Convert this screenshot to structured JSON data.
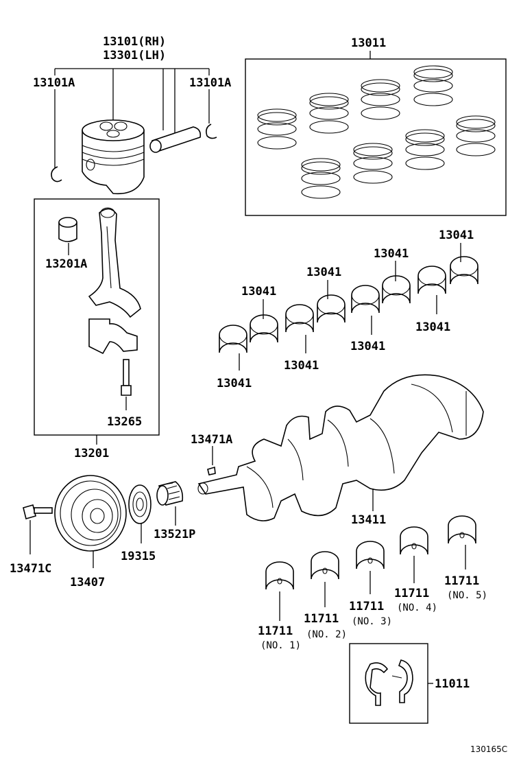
{
  "labels": {
    "piston_rh": "13101(RH)",
    "piston_lh": "13301(LH)",
    "snap_ring_left": "13101A",
    "snap_ring_right": "13101A",
    "ring_set": "13011",
    "bushing": "13201A",
    "rod_bolt": "13265",
    "rod_assembly": "13201",
    "bearing_a": "13041",
    "bearing_b": "13041",
    "bearing_c": "13041",
    "bearing_d": "13041",
    "bearing_e": "13041",
    "bearing_f": "13041",
    "bearing_g": "13041",
    "bearing_h": "13041",
    "key": "13471A",
    "crankshaft": "13411",
    "pulley_bolt": "13471C",
    "pulley": "13407",
    "sprocket": "19315",
    "timing_gear": "13521P",
    "main_bearing_1": "11711",
    "main_bearing_1_note": "(NO. 1)",
    "main_bearing_2": "11711",
    "main_bearing_2_note": "(NO. 2)",
    "main_bearing_3": "11711",
    "main_bearing_3_note": "(NO. 3)",
    "main_bearing_4": "11711",
    "main_bearing_4_note": "(NO. 4)",
    "main_bearing_5": "11711",
    "main_bearing_5_note": "(NO. 5)",
    "thrust_washer": "11011",
    "figure_code": "130165C"
  }
}
